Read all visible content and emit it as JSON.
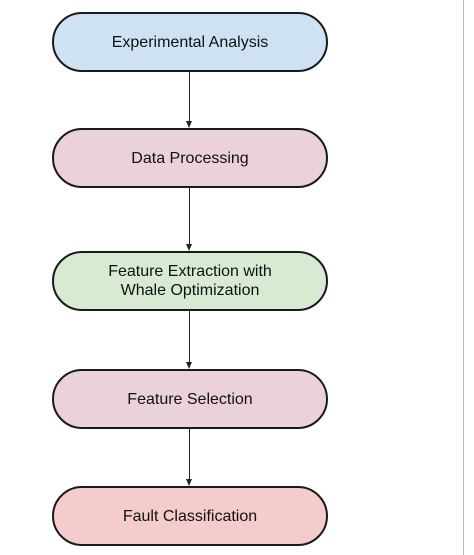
{
  "diagram": {
    "nodes": [
      {
        "id": "n0",
        "label": "Experimental Analysis",
        "fill": "#cfe2f3"
      },
      {
        "id": "n1",
        "label": "Data Processing",
        "fill": "#ead1dc"
      },
      {
        "id": "n2",
        "label": "Feature Extraction with\nWhale Optimization",
        "fill": "#d9ead3"
      },
      {
        "id": "n3",
        "label": "Feature Selection",
        "fill": "#ead1dc"
      },
      {
        "id": "n4",
        "label": "Fault Classification",
        "fill": "#f4cccc"
      }
    ],
    "edges": [
      {
        "from": "n0",
        "to": "n1"
      },
      {
        "from": "n1",
        "to": "n2"
      },
      {
        "from": "n2",
        "to": "n3"
      },
      {
        "from": "n3",
        "to": "n4"
      }
    ],
    "border_color": "#1a1a1a",
    "arrow_color": "#222222"
  }
}
